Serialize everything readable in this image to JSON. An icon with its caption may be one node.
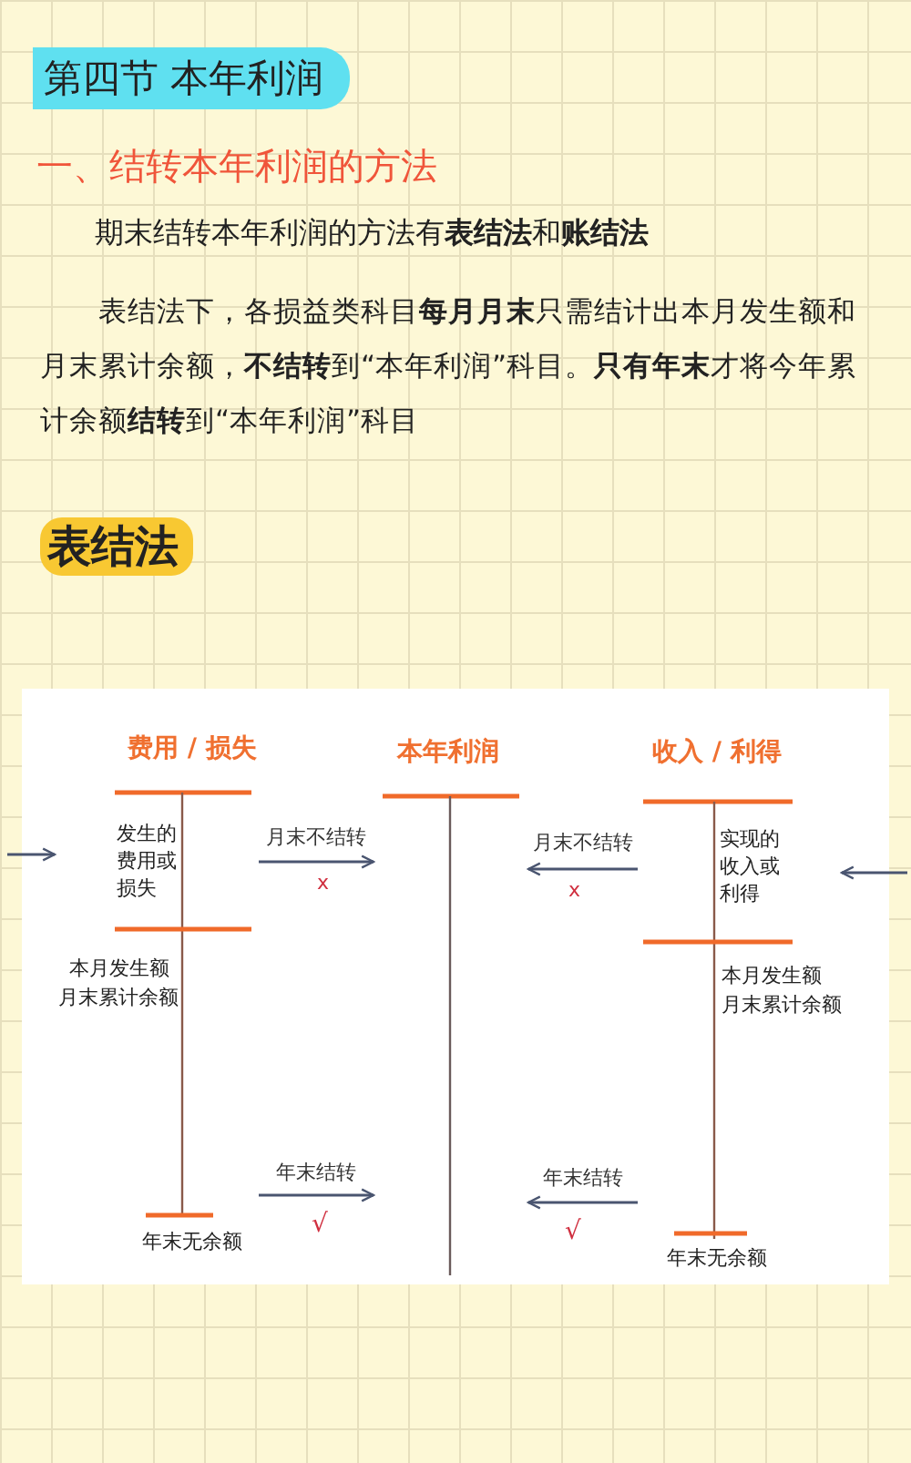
{
  "diagram": {
    "title": "第四节 本年利润",
    "nodes": [
      {
        "text": [
          "费用 / 损失",
          "发生的费用或损失",
          "本月发生额",
          "月末累计余额",
          "年末无余额"
        ]
      },
      {
        "text": [
          "本年利润"
        ]
      },
      {
        "text": [
          "收入 / 利得",
          "实现的收入或利得",
          "本月发生额",
          "月末累计余额",
          "年末无余额"
        ]
      }
    ],
    "edges": [
      {
        "from": null,
        "to": 0,
        "arrow": "to"
      },
      {
        "from": 0,
        "to": 1,
        "arrow": "to",
        "label": "月末不结转"
      },
      {
        "from": 2,
        "to": 1,
        "arrow": "to",
        "label": "月末不结转"
      },
      {
        "from": 0,
        "to": 1,
        "arrow": "to",
        "label": "年末结转"
      },
      {
        "from": 2,
        "to": 1,
        "arrow": "to",
        "label": "年末结转"
      },
      {
        "from": null,
        "to": 2,
        "arrow": "to"
      }
    ],
    "labels": [
      "一、结转本年利润的方法",
      "期末结转本年利润的方法有**表结法**和**账结法**",
      "表结法下，各损益类科目**每月月末**只需结计出本月发生额和月末累计余额，**不结转**到“本年利润”科目。**只有年末**才将今年累计余额**结转**到“本年利润”科目",
      "表结法",
      "x",
      "x",
      "√",
      "√"
    ]
  }
}
